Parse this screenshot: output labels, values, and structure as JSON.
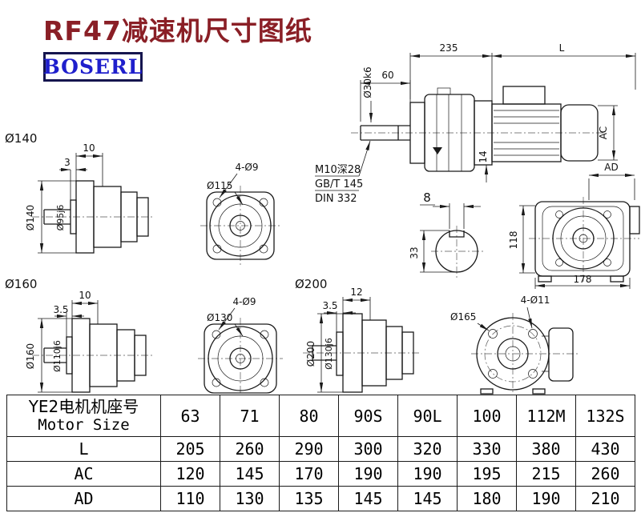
{
  "title": "RF47减速机尺寸图纸",
  "logo_text": "BOSERL",
  "colors": {
    "title": "#8A1F26",
    "logo_text": "#1F1FCC",
    "logo_border": "#15154E",
    "drawing_line": "#1A1A1A",
    "table_border": "#1A1A1A"
  },
  "views": {
    "main": {
      "dim_235": "235",
      "dim_L": "L",
      "dim_60": "60",
      "shaft_dia": "Ø30k6",
      "dim_14": "14",
      "dim_AC": "AC"
    },
    "thread_note": {
      "line1": "M10深28",
      "line2": "GB/T 145",
      "line3": "DIN 332"
    },
    "shaft_end": {
      "key_width": "8",
      "key_height": "33"
    },
    "rear": {
      "dim_AD": "AD",
      "dim_118": "118",
      "dim_178": "178"
    },
    "flange140": {
      "label": "Ø140",
      "dim_10": "10",
      "dim_3": "3",
      "dia": "Ø140",
      "pilot": "Ø95j6"
    },
    "square115": {
      "holes": "4-Ø9",
      "dia": "Ø115"
    },
    "flange160": {
      "label": "Ø160",
      "dim_10": "10",
      "dim_3_5": "3.5",
      "dia": "Ø160",
      "pilot": "Ø110j6"
    },
    "square130": {
      "holes": "4-Ø9",
      "dia": "Ø130"
    },
    "flange200": {
      "label": "Ø200",
      "dim_12": "12",
      "dim_3_5": "3.5",
      "dia": "Ø200",
      "pilot": "Ø130j6"
    },
    "round165": {
      "holes": "4-Ø11",
      "dia": "Ø165"
    }
  },
  "table": {
    "motor_row": {
      "label_cn": "YE2电机机座号",
      "label_en": "Motor Size",
      "values": [
        "63",
        "71",
        "80",
        "90S",
        "90L",
        "100",
        "112M",
        "132S"
      ]
    },
    "rows": [
      {
        "label": "L",
        "values": [
          "205",
          "260",
          "290",
          "300",
          "320",
          "330",
          "380",
          "430"
        ]
      },
      {
        "label": "AC",
        "values": [
          "120",
          "145",
          "170",
          "190",
          "190",
          "195",
          "215",
          "260"
        ]
      },
      {
        "label": "AD",
        "values": [
          "110",
          "130",
          "135",
          "145",
          "145",
          "180",
          "190",
          "210"
        ]
      }
    ]
  }
}
